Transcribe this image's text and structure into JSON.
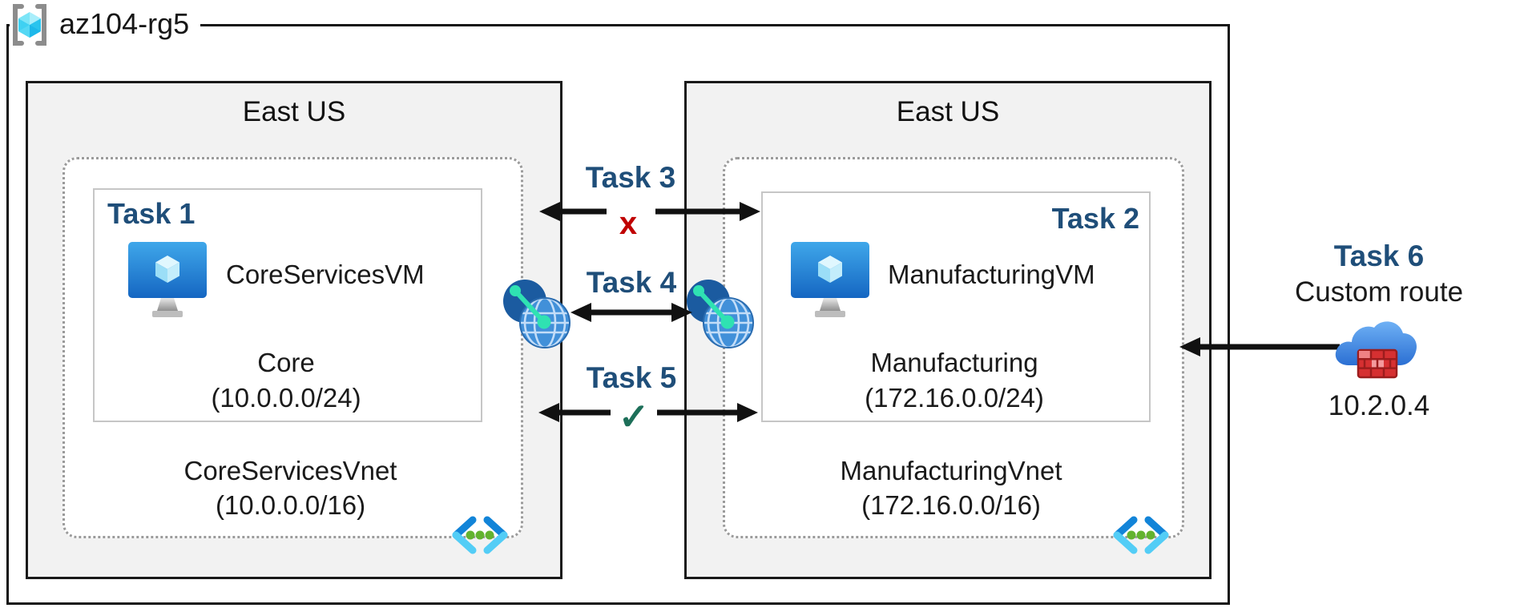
{
  "resource_group": {
    "name": "az104-rg5"
  },
  "regions": [
    {
      "location": "East US",
      "vnet": {
        "name": "CoreServicesVnet",
        "cidr": "(10.0.0.0/16)",
        "subnet": {
          "task_label": "Task 1",
          "vm_name": "CoreServicesVM",
          "name": "Core",
          "cidr": "(10.0.0.0/24)"
        }
      }
    },
    {
      "location": "East US",
      "vnet": {
        "name": "ManufacturingVnet",
        "cidr": "(172.16.0.0/16)",
        "subnet": {
          "task_label": "Task 2",
          "vm_name": "ManufacturingVM",
          "name": "Manufacturing",
          "cidr": "(172.16.0.0/24)"
        }
      }
    }
  ],
  "connections": [
    {
      "label": "Task 3",
      "status_symbol": "x",
      "status_meaning": "blocked"
    },
    {
      "label": "Task 4",
      "status_symbol": "",
      "status_meaning": "vnet-peering"
    },
    {
      "label": "Task 5",
      "status_symbol": "✓",
      "status_meaning": "allowed"
    }
  ],
  "custom_route": {
    "label": "Task 6",
    "title": "Custom route",
    "ip": "10.2.0.4"
  },
  "icons": {
    "resource_group": "resource-group-icon",
    "vm": "virtual-machine-icon",
    "vnet": "virtual-network-icon",
    "peering": "network-peering-icon",
    "nva": "cloud-firewall-icon"
  },
  "colors": {
    "task_label": "#1f4e79",
    "blocked_x": "#c00000",
    "allowed_check": "#1d6f59",
    "region_fill": "#f2f2f2",
    "arrow": "#111111"
  }
}
